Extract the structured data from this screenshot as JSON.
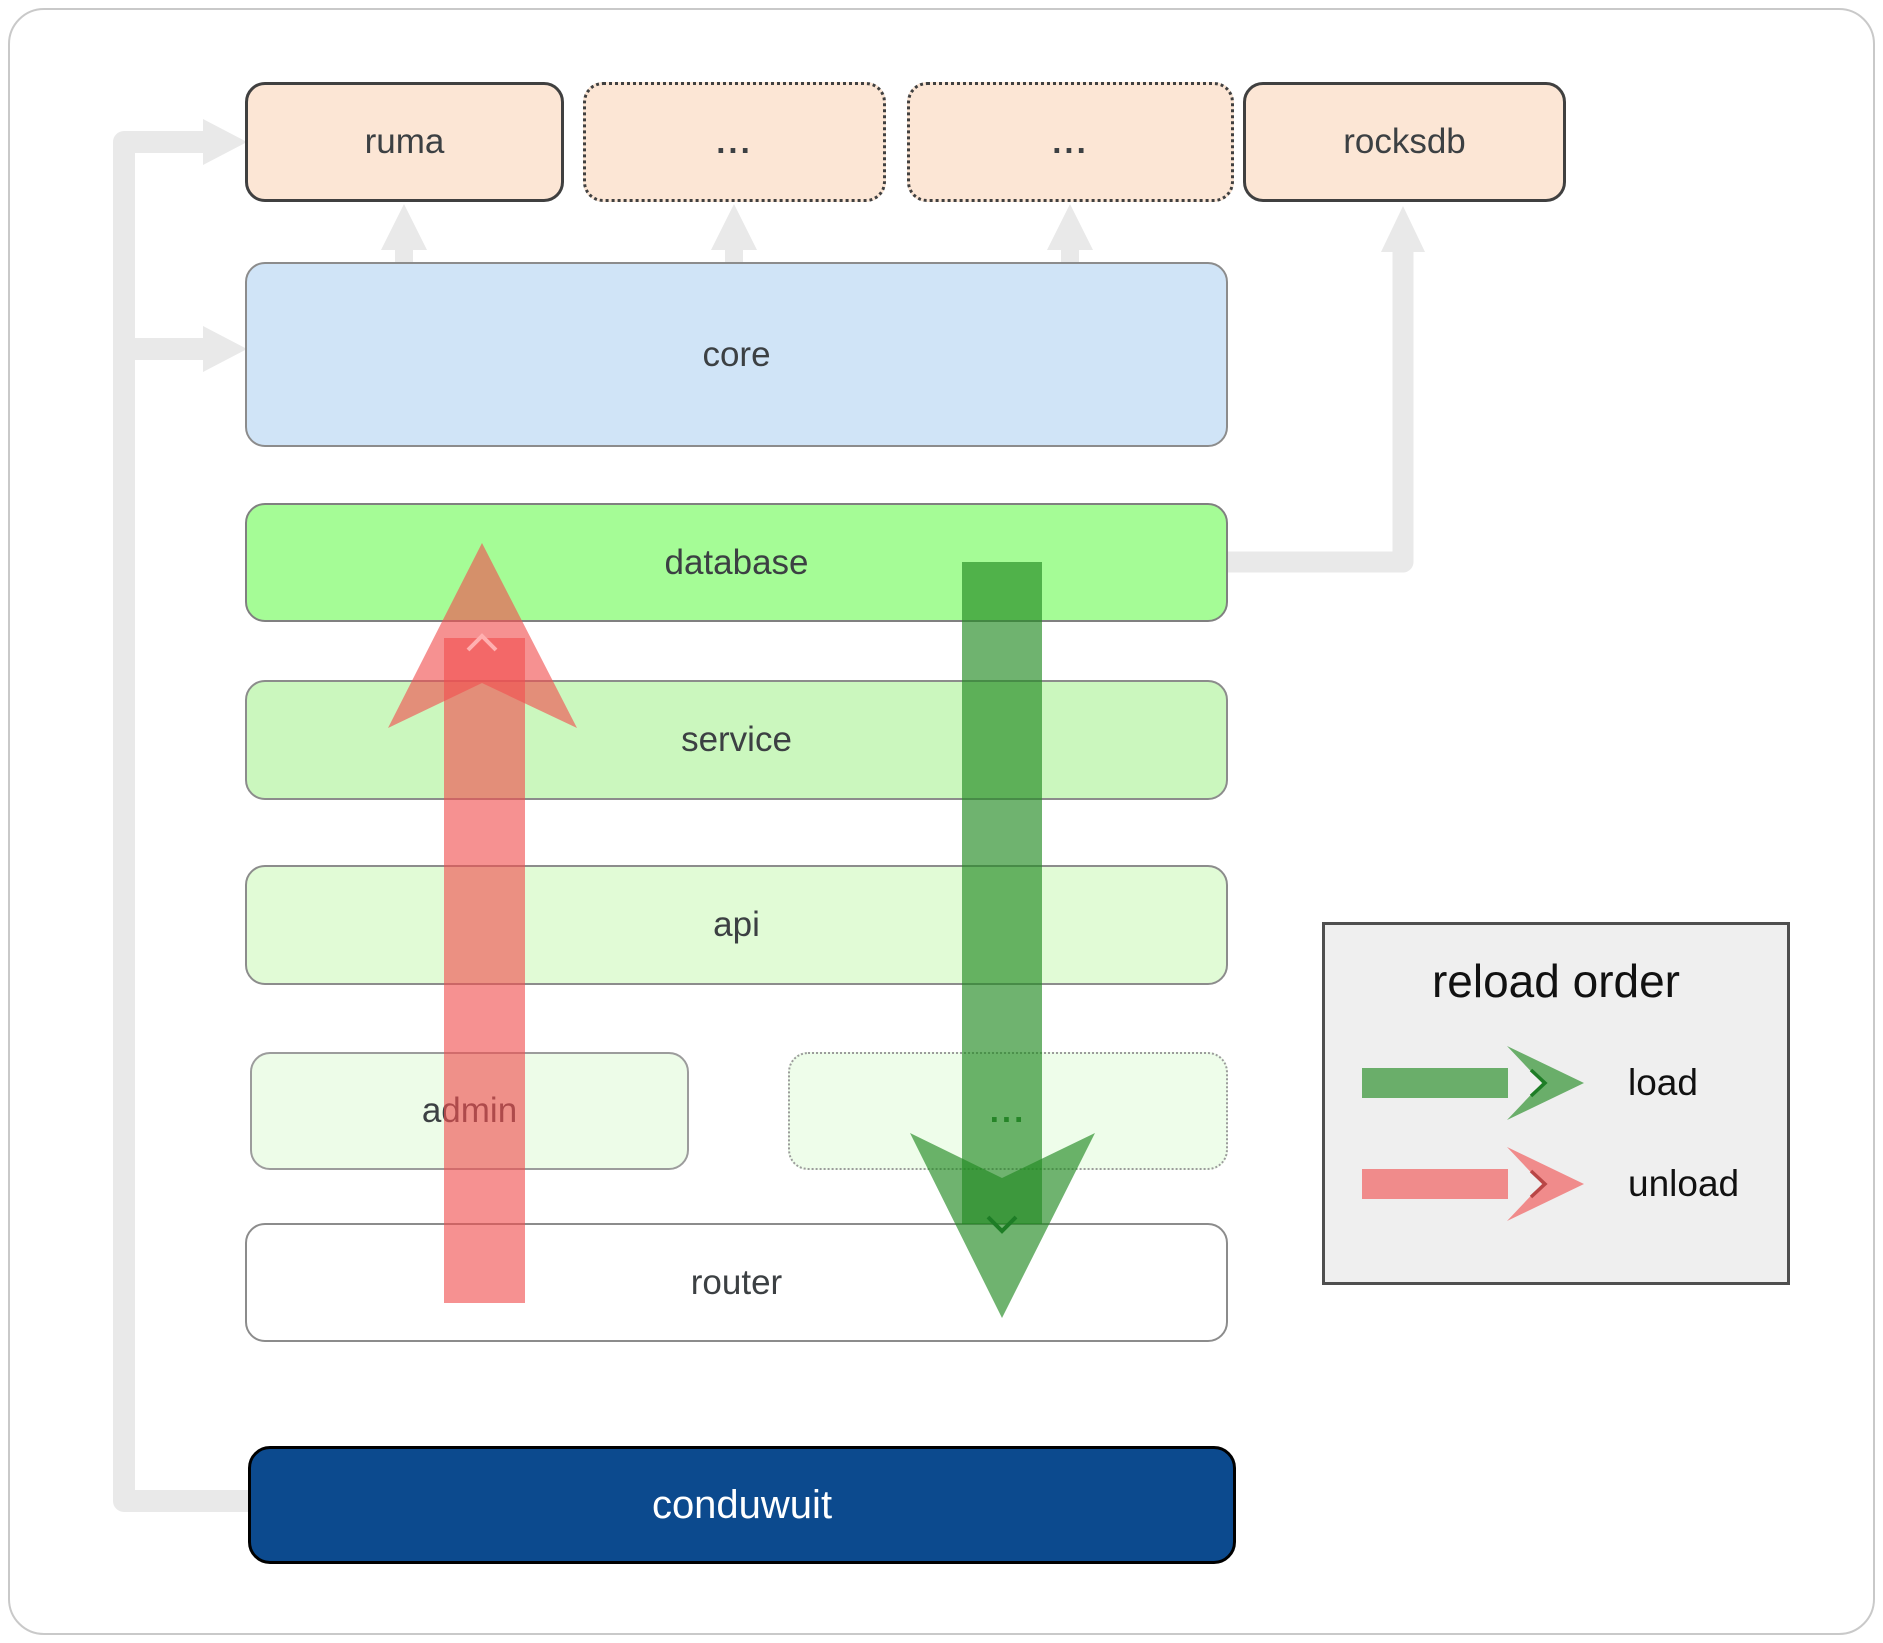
{
  "diagram": {
    "top_row": {
      "ruma": "ruma",
      "crate_a": "...",
      "crate_b": "...",
      "rocksdb": "rocksdb"
    },
    "layers": {
      "core": "core",
      "database": "database",
      "service": "service",
      "api": "api"
    },
    "sub_row": {
      "admin": "admin",
      "more": "..."
    },
    "router": "router",
    "app": "conduwuit"
  },
  "legend": {
    "title": "reload order",
    "load": "load",
    "unload": "unload"
  },
  "colors": {
    "load_arrow": "rgba(34,139,34,0.65)",
    "unload_arrow": "rgba(240,80,80,0.63)",
    "connector_gray": "#e9e9e9",
    "peach": "#fce6d5",
    "core_blue": "#d0e4f7",
    "database_green": "#a5fc96",
    "service_green": "#cbf7be",
    "api_green": "#e1fbd6",
    "admin_green": "#edfce8",
    "router_white": "#ffffff",
    "app_navy": "#0c4a8e",
    "legend_bg": "#efefef"
  }
}
